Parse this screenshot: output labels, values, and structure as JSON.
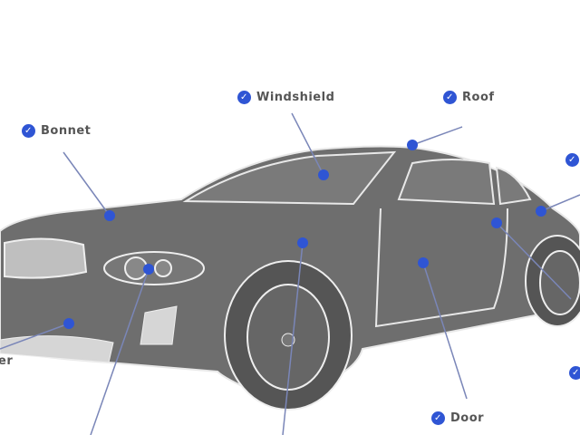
{
  "labels": {
    "bonnet": "Bonnet",
    "windshield": "Windshield",
    "roof": "Roof",
    "door": "Door",
    "bumper_partial": "er"
  },
  "icons": {
    "label_marker": "check-circle-icon",
    "point_marker": "dot-icon"
  },
  "colors": {
    "accent": "#2f55d4",
    "car_body": "#6e6e6e",
    "outline": "#e8e8e8",
    "leader_line": "#7a86b8"
  }
}
